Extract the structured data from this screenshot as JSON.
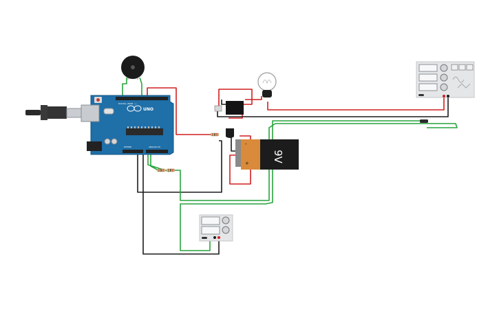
{
  "circuit": {
    "arduino": {
      "brand_label": "UNO",
      "digital_label": "DIGITAL (PWM ~)",
      "power_label": "POWER",
      "analog_label": "ANALOG IN"
    },
    "battery": {
      "voltage_label": "9V",
      "minus_label": "-",
      "plus_label": "+"
    }
  },
  "colors": {
    "wire_red": "#d11f1f",
    "wire_black": "#1a1a1a",
    "wire_green": "#27a33b",
    "arduino_blue": "#1f6fa8",
    "battery_orange": "#d98a3a",
    "battery_black": "#1c1c1c",
    "instrument_gray": "#e4e6e8"
  },
  "icons": {
    "usb_cable": "usb-plug-icon",
    "buzzer": "piezo-buzzer-icon",
    "bulb": "light-bulb-icon",
    "relay": "relay-icon",
    "transistor": "transistor-icon",
    "resistor": "resistor-icon",
    "function_generator": "function-generator-icon",
    "power_supply": "bench-power-supply-icon"
  }
}
